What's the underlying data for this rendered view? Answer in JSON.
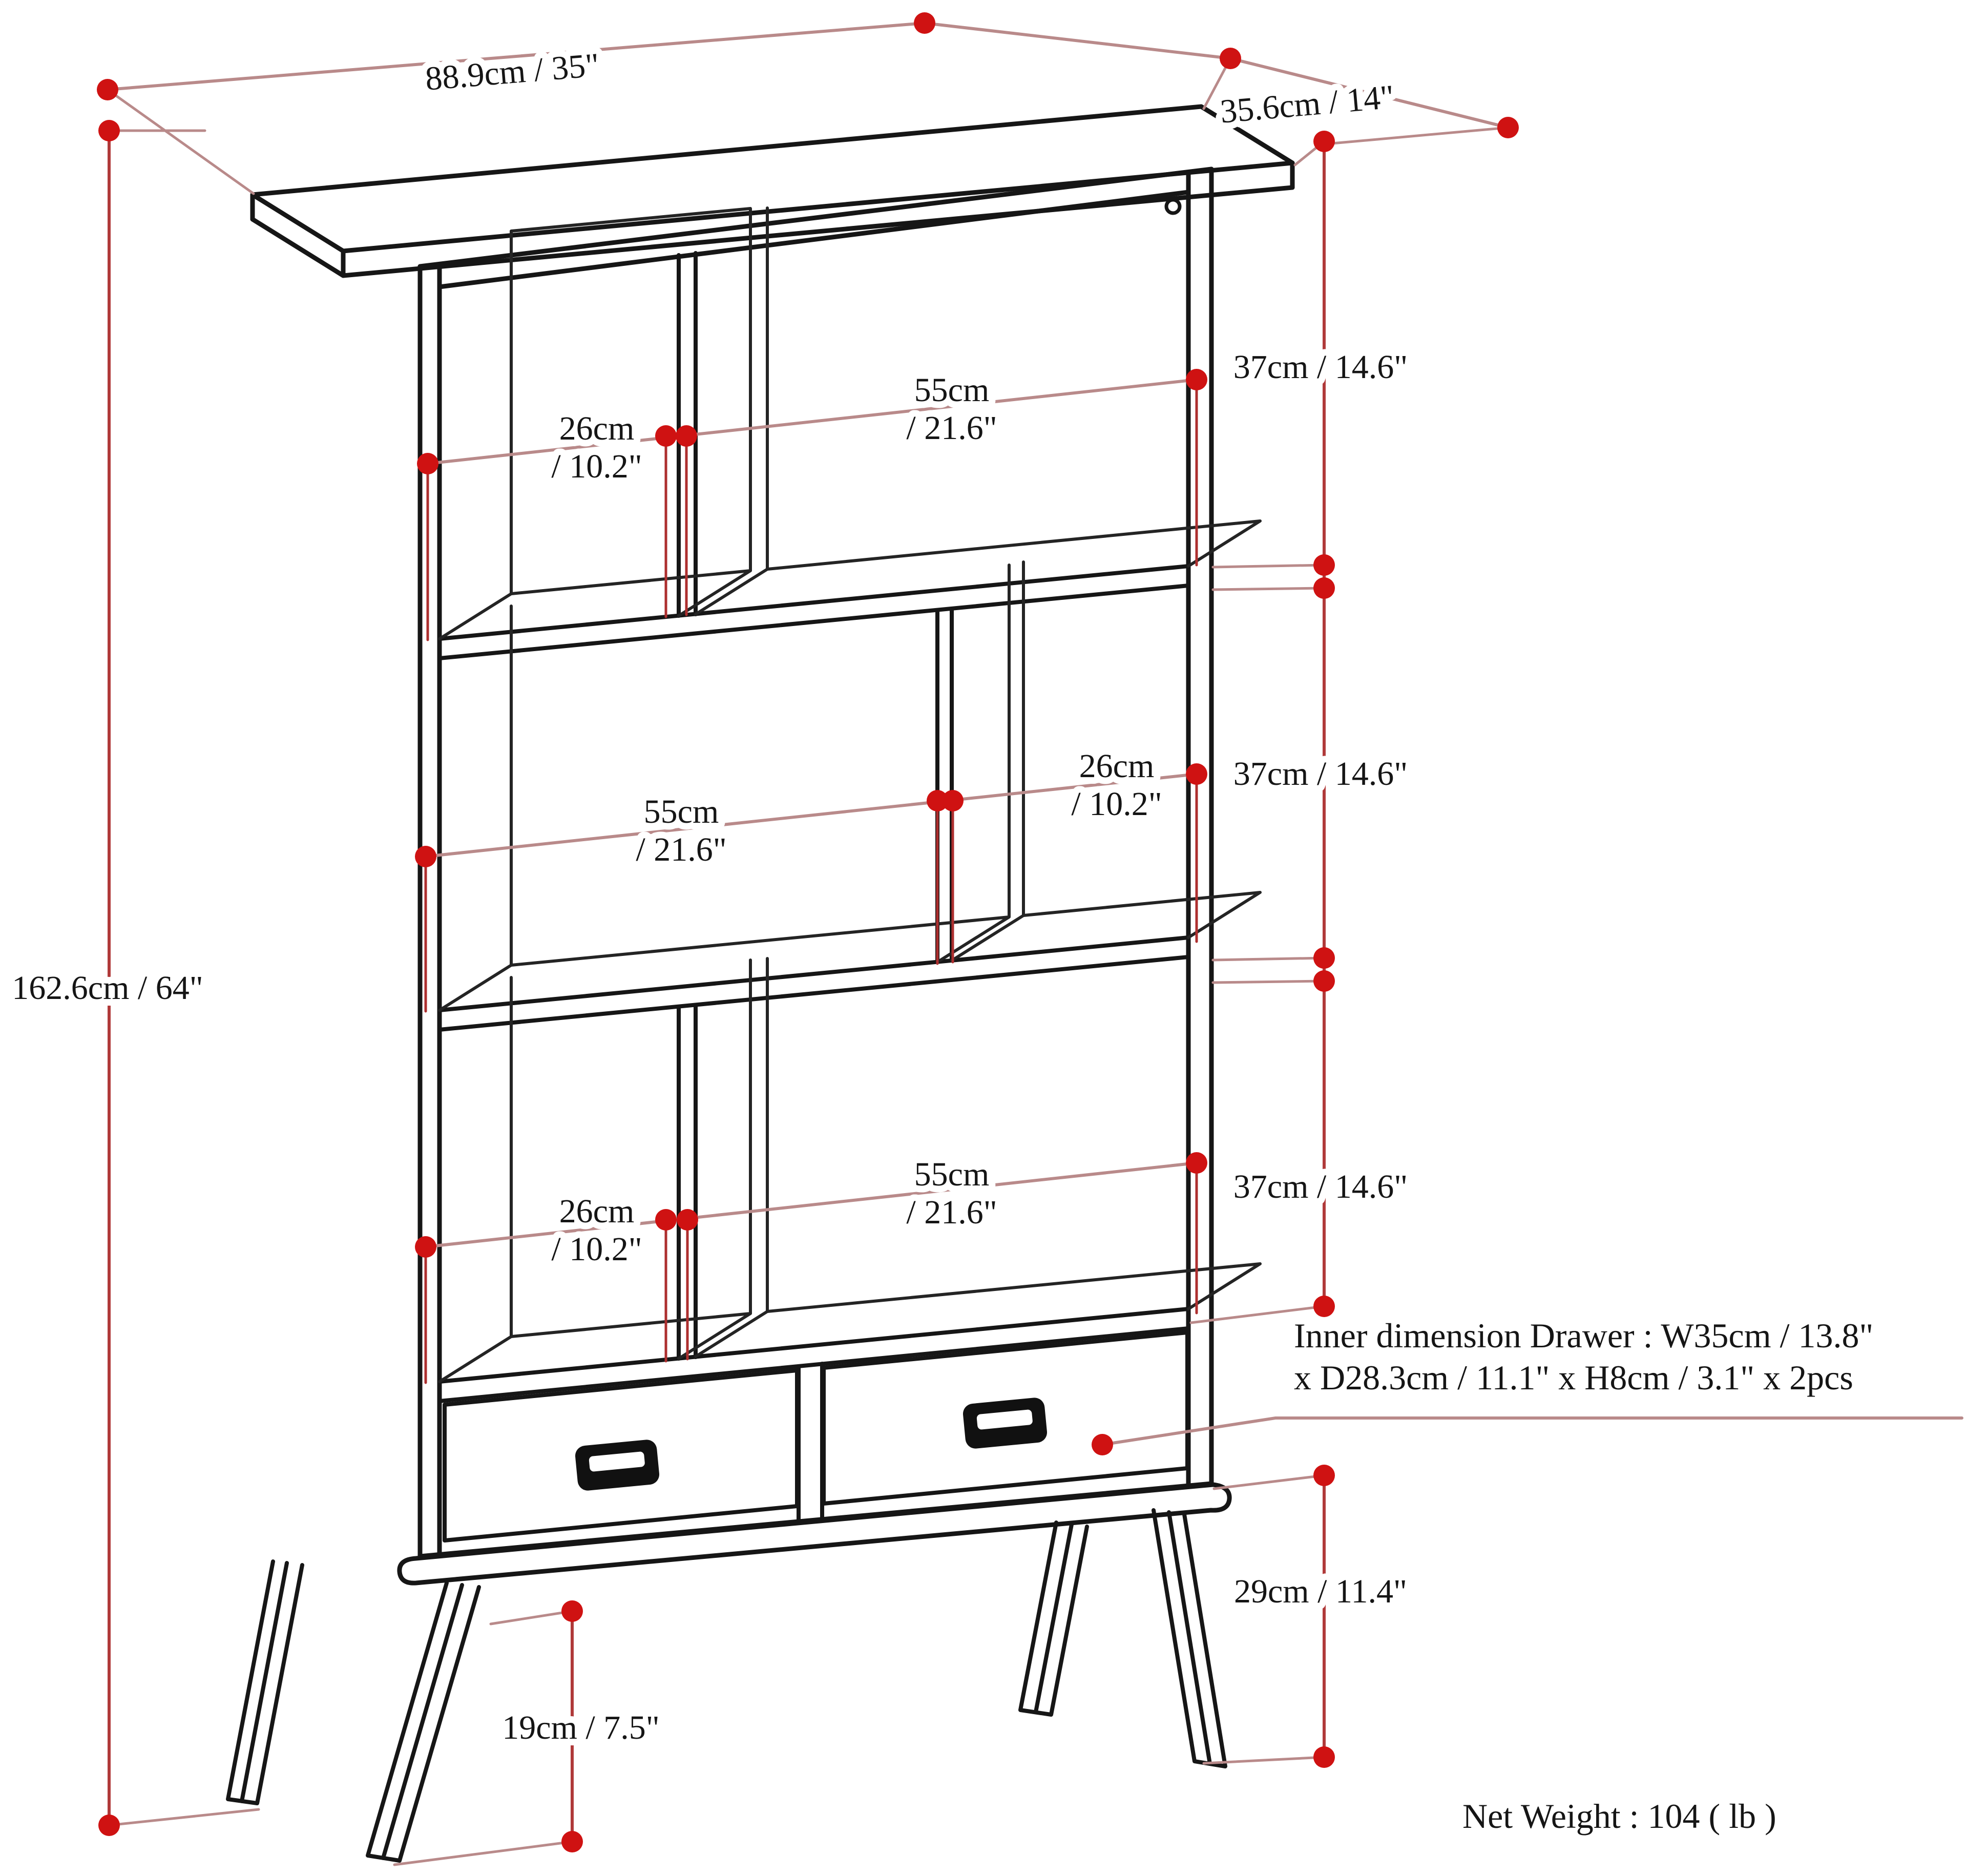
{
  "diagram": {
    "type": "furniture-dimension-diagram",
    "subject": "bookcase with open cubby shelves, two drawers and splayed legs",
    "annotation_color": "#cf1212",
    "line_color": "#161616",
    "labels": {
      "width_top": "88.9cm / 35\"",
      "depth_top": "35.6cm / 14\"",
      "height_left": "162.6cm / 64\"",
      "shelf_height_1": "37cm / 14.6\"",
      "shelf_height_2": "37cm / 14.6\"",
      "shelf_height_3": "37cm / 14.6\"",
      "row1_small": {
        "line1": "26cm",
        "line2": "/ 10.2\""
      },
      "row1_large": {
        "line1": "55cm",
        "line2": "/ 21.6\""
      },
      "row2_large": {
        "line1": "55cm",
        "line2": "/ 21.6\""
      },
      "row2_small": {
        "line1": "26cm",
        "line2": "/ 10.2\""
      },
      "row3_small": {
        "line1": "26cm",
        "line2": "/ 10.2\""
      },
      "row3_large": {
        "line1": "55cm",
        "line2": "/ 21.6\""
      },
      "leg_height": "29cm / 11.4\"",
      "leg_spread": "19cm / 7.5\"",
      "drawer_note_line1": "Inner dimension Drawer : W35cm / 13.8\"",
      "drawer_note_line2": "x D28.3cm / 11.1\" x H8cm / 3.1\" x 2pcs",
      "net_weight": "Net Weight : 104 ( lb )"
    },
    "dimensions_data": {
      "overall_width_cm": 88.9,
      "overall_width_in": 35,
      "overall_depth_cm": 35.6,
      "overall_depth_in": 14,
      "overall_height_cm": 162.6,
      "overall_height_in": 64,
      "shelf_opening_height_cm": 37,
      "shelf_opening_height_in": 14.6,
      "large_cubby_width_cm": 55,
      "large_cubby_width_in": 21.6,
      "small_cubby_width_cm": 26,
      "small_cubby_width_in": 10.2,
      "leg_height_cm": 29,
      "leg_height_in": 11.4,
      "leg_spread_cm": 19,
      "leg_spread_in": 7.5,
      "drawer_inner_w_cm": 35,
      "drawer_inner_d_cm": 28.3,
      "drawer_inner_h_cm": 8,
      "drawer_count": 2,
      "net_weight_lb": 104
    }
  }
}
